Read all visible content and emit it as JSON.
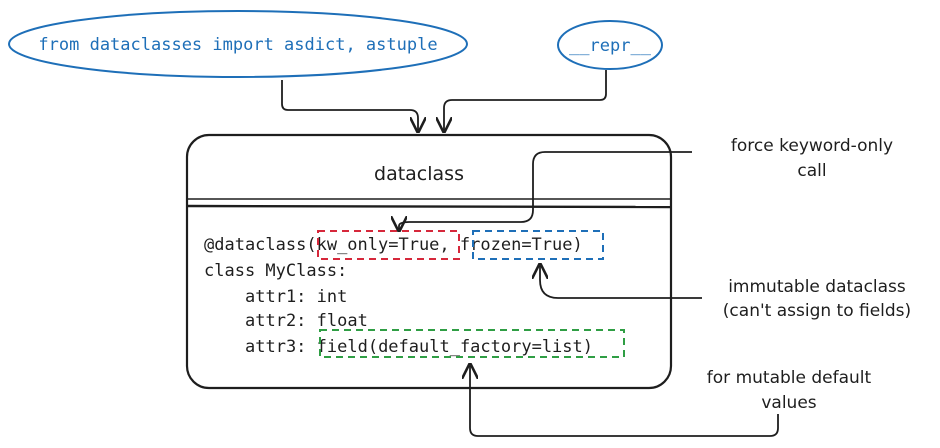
{
  "imports_ellipse": {
    "text": "from dataclasses import asdict, astuple"
  },
  "repr_ellipse": {
    "text": "__repr__"
  },
  "main_box": {
    "title": "dataclass",
    "code": {
      "decorator_prefix": "@dataclass(",
      "kw_only": "kw_only=True",
      "comma": ", ",
      "frozen": "frozen=True",
      "close_paren": ")",
      "class_line": "class MyClass:",
      "attr1": "attr1: int",
      "attr2": "attr2: float",
      "attr3_prefix": "attr3: ",
      "attr3_field": "field(default_factory=list)"
    }
  },
  "annotations": {
    "kw_only_note": {
      "line1": "force keyword-only",
      "line2": "call"
    },
    "frozen_note": {
      "line1": "immutable dataclass",
      "line2": "(can't assign to fields)"
    },
    "field_note": {
      "line1": "for mutable default",
      "line2": "values"
    }
  },
  "colors": {
    "blue": "#1e6fb8",
    "red": "#d6283b",
    "green": "#2f9e44",
    "ink": "#1e1e1e"
  }
}
